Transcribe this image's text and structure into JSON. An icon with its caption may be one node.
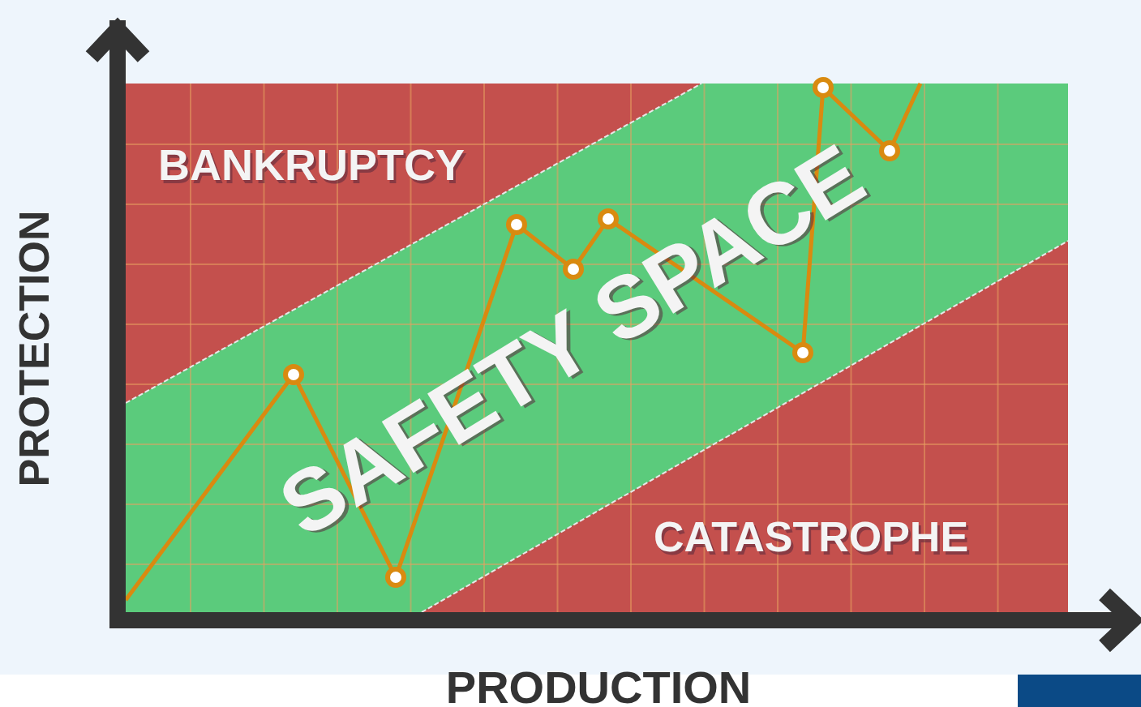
{
  "diagram": {
    "labels": [
      "BANKRUPTCY",
      "SAFETY SPACE",
      "CATASTROPHE",
      "PROTECTION",
      "PRODUCTION"
    ]
  }
}
